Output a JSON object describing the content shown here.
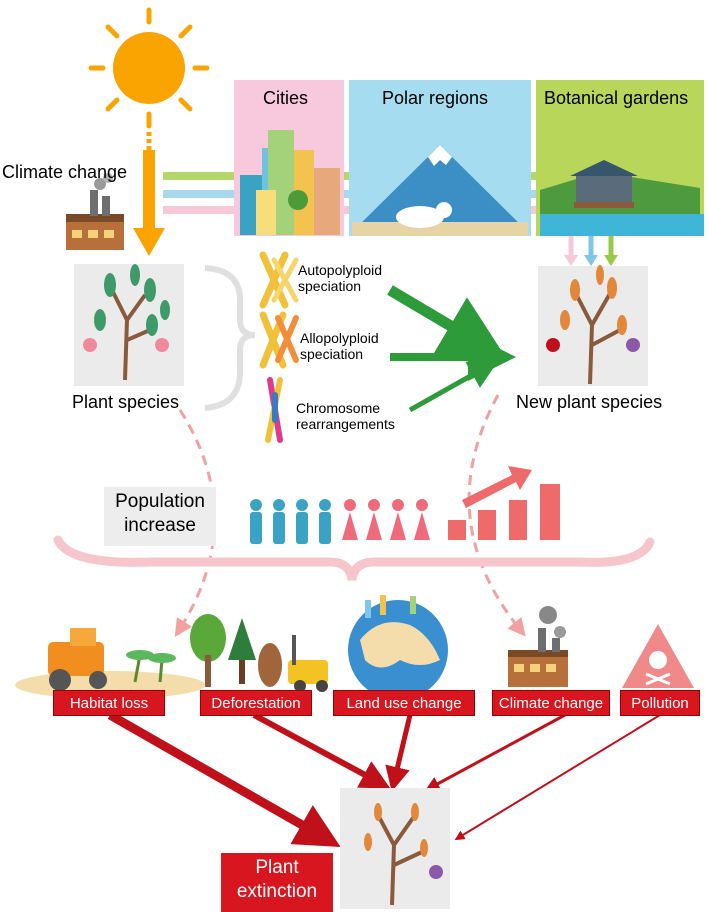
{
  "regions": {
    "cities": "Cities",
    "polar": "Polar regions",
    "gardens": "Botanical gardens"
  },
  "left": {
    "climate_change": "Climate change",
    "plant_species": "Plant species"
  },
  "speciation": {
    "auto": [
      "Autopolyploid",
      "speciation"
    ],
    "allo": [
      "Allopolyploid",
      "speciation"
    ],
    "chrom": [
      "Chromosome",
      "rearrangements"
    ]
  },
  "right": {
    "new_plant_species": "New plant species"
  },
  "population": {
    "line1": "Population",
    "line2": "increase"
  },
  "threats": [
    "Habitat loss",
    "Deforestation",
    "Land use change",
    "Climate change",
    "Pollution"
  ],
  "extinction": {
    "line1": "Plant",
    "line2": "extinction"
  },
  "colors": {
    "sun": "#f9a400",
    "threat_red": "#d7161f",
    "green_arrow": "#2d9b3a",
    "orange_arrow": "#f9a400",
    "people_blue": "#3aa3c3",
    "people_pink": "#ef6a7a"
  }
}
